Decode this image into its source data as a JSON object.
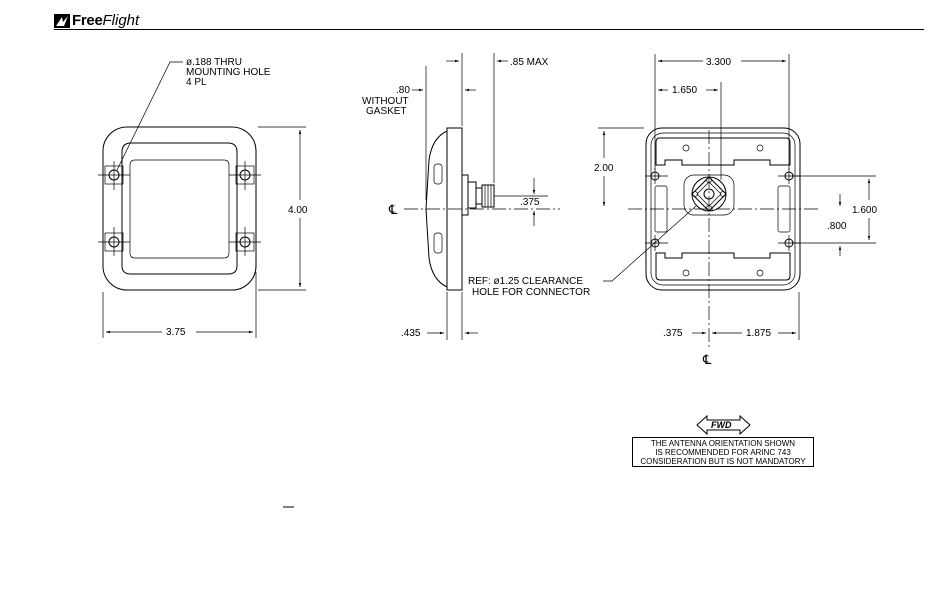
{
  "header": {
    "brand_bold": "Free",
    "brand_italic": "Flight",
    "logo_icon": "freeflight-logo-icon"
  },
  "drawing": {
    "front_view": {
      "hole_note": [
        "ø.188 THRU",
        "MOUNTING HOLE",
        "4 PL"
      ],
      "height_dim": "4.00",
      "width_dim": "3.75"
    },
    "side_view": {
      "gasket_note": [
        ".80",
        "WITHOUT",
        "GASKET"
      ],
      "max_dim": ".85 MAX",
      "connector_dim": ".375",
      "base_dim": ".435",
      "centerline_symbol": "℄"
    },
    "bottom_view": {
      "overall_width": "3.300",
      "half_width": "1.650",
      "height_dim": "2.00",
      "right_dim_1": "1.600",
      "right_dim_2": ".800",
      "clearance_note": [
        "REF: ø1.25 CLEARANCE",
        "HOLE FOR CONNECTOR"
      ],
      "bottom_left_dim": ".375",
      "bottom_right_dim": "1.875",
      "centerline_symbol": "℄"
    },
    "orientation": {
      "fwd_label": "FWD",
      "note_lines": [
        "THE ANTENNA ORIENTATION SHOWN",
        "IS RECOMMENDED FOR ARINC 743",
        "CONSIDERATION BUT IS NOT MANDATORY"
      ]
    }
  }
}
